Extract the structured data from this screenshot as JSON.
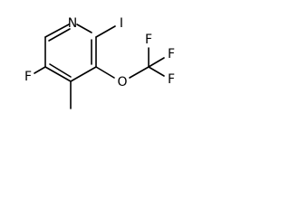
{
  "molecule": {
    "atoms": {
      "nitrogen": "N",
      "iodine": "I",
      "ring_fluorine": "F",
      "oxygen": "O",
      "cf3_fluorine_top": "F",
      "cf3_fluorine_right": "F",
      "cf3_fluorine_bottom": "F"
    }
  },
  "colors": {
    "bond": "#000000",
    "label": "#000000",
    "background": "#ffffff"
  }
}
